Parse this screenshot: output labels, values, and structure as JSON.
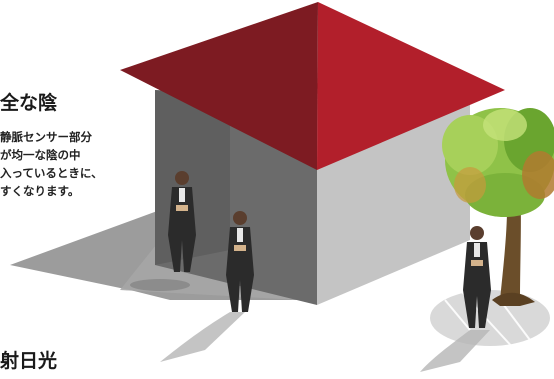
{
  "heading_shade": "全な陰",
  "body_lines": [
    "静脈センサー部分",
    "が均一な陰の中",
    "入っているときに、",
    "すくなります。"
  ],
  "heading_sun": "射日光",
  "colors": {
    "roof_left": "#7a1a1f",
    "roof_right": "#b0202a",
    "wall_left": "#6e6e6e",
    "wall_right": "#bfbfbf",
    "shadow": "#9a9a9a",
    "tree_green": "#8bbf3c",
    "suit": "#2b2b2b"
  },
  "icons": [
    "house-illustration",
    "tree-illustration",
    "person-figure"
  ]
}
